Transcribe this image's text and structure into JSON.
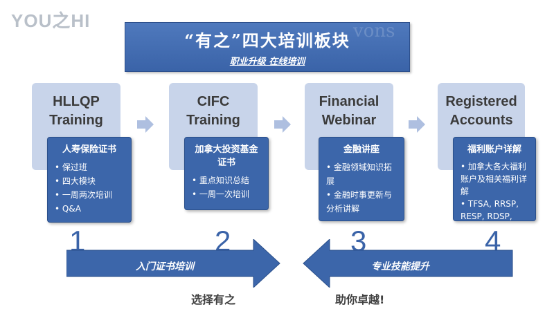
{
  "logo": "YOU之HI",
  "banner": {
    "title": "“有之”四大培训板块",
    "subtitle": "职业升级 在线培训",
    "watermark": "vons"
  },
  "modules": [
    {
      "title_lines": [
        "HLLQP",
        "Training"
      ],
      "box_title": "人寿保险证书",
      "items": [
        "保过班",
        "四大模块",
        "一周两次培训",
        "Q&A"
      ],
      "number": "1"
    },
    {
      "title_lines": [
        "CIFC",
        "Training"
      ],
      "box_title": "加拿大投资基金证书",
      "items": [
        "重点知识总结",
        "一周一次培训"
      ],
      "number": "2"
    },
    {
      "title_lines": [
        "Financial",
        "Webinar"
      ],
      "box_title": "金融讲座",
      "items": [
        "金融领域知识拓展",
        "金融时事更新与分析讲解"
      ],
      "number": "3"
    },
    {
      "title_lines": [
        "Registered",
        "Accounts"
      ],
      "box_title": "福利账户详解",
      "items": [
        "加拿大各大福利账户及相关福利详解",
        "TFSA, RRSP, RESP, RDSP, CPP…"
      ],
      "number": "4"
    }
  ],
  "arrows": {
    "left_label": "入门证书培训",
    "right_label": "专业技能提升"
  },
  "bottom": {
    "left": "选择有之",
    "right": "助你卓越!"
  },
  "colors": {
    "primary": "#3c66aa",
    "card": "#c8d4ea",
    "chevron": "#aebfe0"
  }
}
